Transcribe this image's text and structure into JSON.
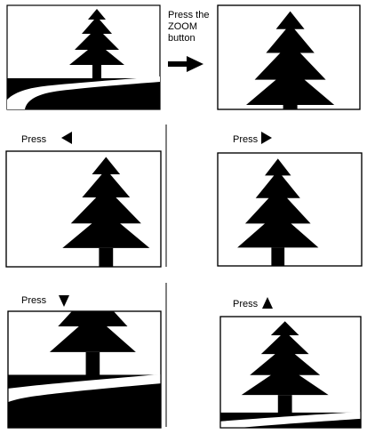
{
  "zoom_instruction": [
    "Press the",
    "ZOOM",
    "button"
  ],
  "pan_labels": {
    "left": "Press",
    "right": "Press",
    "down": "Press",
    "up": "Press"
  },
  "icons": {
    "zoom_arrow": "right-arrow-icon",
    "left": "left-triangle-icon",
    "right": "right-triangle-icon",
    "down": "down-triangle-icon",
    "up": "up-triangle-icon"
  },
  "colors": {
    "ink": "#000000",
    "paper": "#ffffff"
  }
}
